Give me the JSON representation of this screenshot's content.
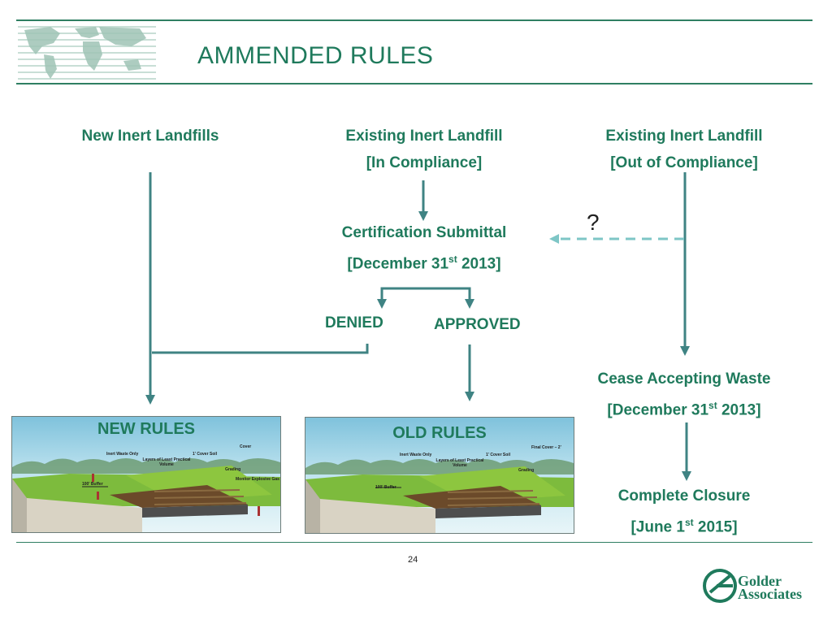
{
  "slide": {
    "title": "AMMENDED RULES",
    "page_number": "24"
  },
  "columns": {
    "new": {
      "label": "New Inert Landfills"
    },
    "in_compliance": {
      "line1": "Existing Inert Landfill",
      "line2": "[In Compliance]"
    },
    "out_compliance": {
      "line1": "Existing Inert Landfill",
      "line2": "[Out of Compliance]"
    }
  },
  "certification": {
    "line1": "Certification Submittal",
    "line2_pre": "[December 31",
    "sup": "st",
    "line2_post": " 2013]"
  },
  "question_mark": "?",
  "denied": "DENIED",
  "approved": "APPROVED",
  "cease": {
    "line1": "Cease Accepting Waste",
    "line2_pre": "[December 31",
    "sup": "st",
    "line2_post": " 2013]"
  },
  "closure": {
    "line1": "Complete Closure",
    "line2_pre": "[June 1",
    "sup": "st",
    "line2_post": " 2015]"
  },
  "new_rules_panel": {
    "title": "NEW RULES",
    "labels": [
      "Cover",
      "Inert Waste Only",
      "1' Cover Soil",
      "Layers of Least Practical Volume",
      "Grading",
      "100' Buffer",
      "Monitor Explosive Gas"
    ]
  },
  "old_rules_panel": {
    "title": "OLD RULES",
    "labels": [
      "Final Cover – 2'",
      "Inert Waste Only",
      "1' Cover Soil",
      "Layers of Least Practical Volume",
      "Grading",
      "100' Buffer"
    ]
  },
  "logo": {
    "line1": "Golder",
    "line2": "Associates"
  },
  "colors": {
    "accent": "#1f7a5c",
    "arrow": "#3f8383",
    "dashed_arrow": "#7ec6c6"
  }
}
